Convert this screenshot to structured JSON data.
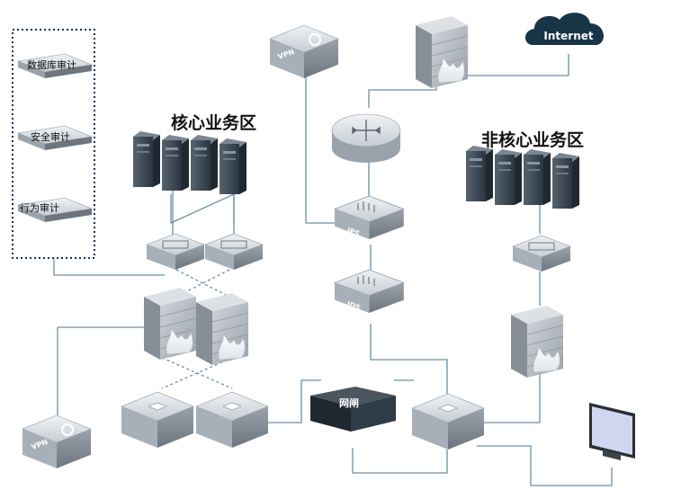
{
  "zones": {
    "core": "核心业务区",
    "noncore": "非核心业务区"
  },
  "audit": {
    "db": "数据库审计",
    "security": "安全审计",
    "behavior": "行为审计"
  },
  "devices": {
    "vpn_top": "VPN",
    "vpn_bottom": "VPN",
    "ips": "IPS",
    "ids": "IDS",
    "internet": "Internet",
    "gap": "网闸"
  },
  "colors": {
    "link": "#6a8fa8",
    "device_top": "#d8dde2",
    "device_side": "#8a939c",
    "server_dark": "#2f3b47",
    "firewall_brick": "#b5bcc3",
    "cloud": "#183447"
  }
}
